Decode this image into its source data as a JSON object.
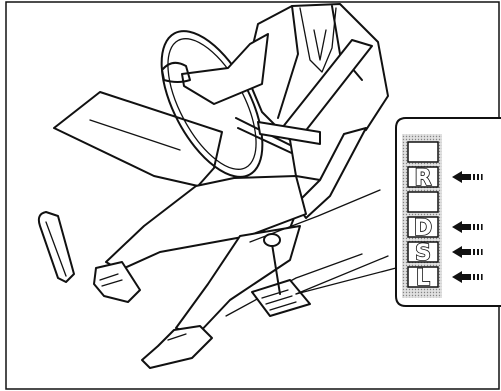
{
  "gear_panel": {
    "positions": [
      {
        "letter": "",
        "arrow": false
      },
      {
        "letter": "R",
        "arrow": true
      },
      {
        "letter": "",
        "arrow": false
      },
      {
        "letter": "D",
        "arrow": true
      },
      {
        "letter": "S",
        "arrow": true
      },
      {
        "letter": "L",
        "arrow": true
      }
    ]
  },
  "colors": {
    "ink": "#111111",
    "paper": "#ffffff",
    "shade": "#bdbdbd"
  },
  "icons": [
    "arrow-left-icon"
  ]
}
